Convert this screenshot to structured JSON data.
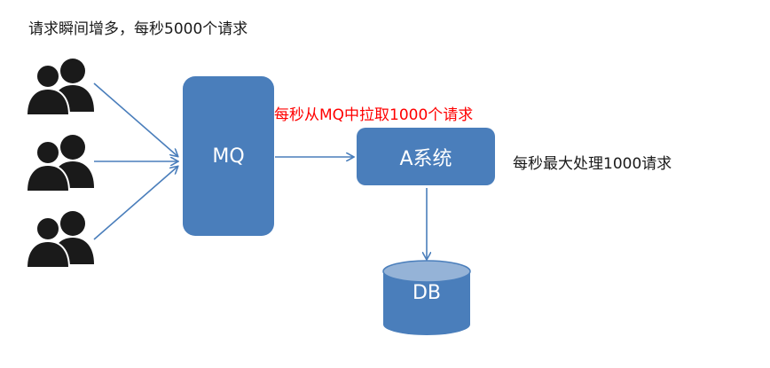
{
  "headline": "请求瞬间增多，每秒5000个请求",
  "pull_label": "每秒从MQ中拉取1000个请求",
  "capacity_label": "每秒最大处理1000请求",
  "nodes": {
    "mq": "MQ",
    "a_system": "A系统",
    "db": "DB"
  },
  "colors": {
    "box_fill": "#4a7ebb",
    "arrow": "#4a7ebb",
    "user_icon": "#1a1a1a",
    "pull_label": "#ff0000",
    "db_top": "#95b3d7"
  },
  "icons": [
    "users-icon",
    "users-icon",
    "users-icon"
  ]
}
